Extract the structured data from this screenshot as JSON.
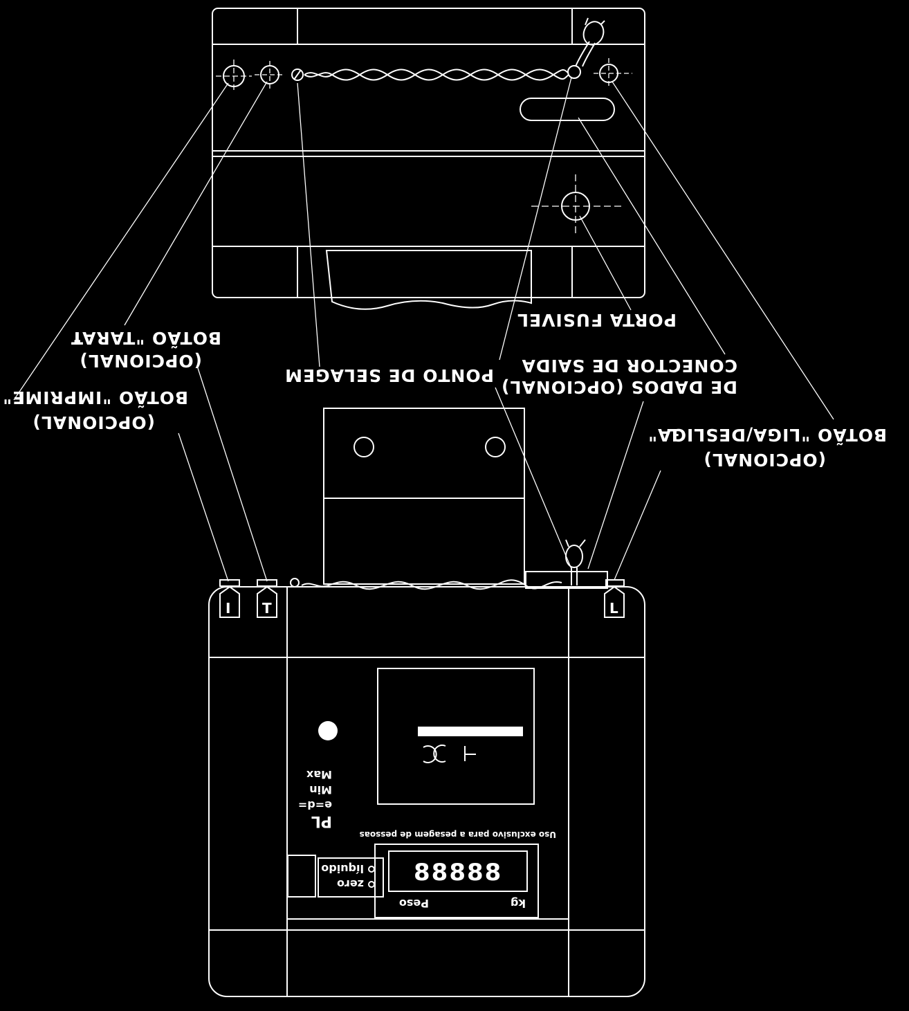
{
  "labels": {
    "porta_fusivel": "PORTA FUSIVEL",
    "ponto_selagem": "PONTO DE SELAGEM",
    "conector_line1": "DE DADOS (OPCIONAL)",
    "conector_line2": "CONECTOR DE SAIDA",
    "tara_optional": "(OPCIONAL)",
    "tara_button": "BOTÃO \"TARA\"",
    "tara_letter": "T",
    "imprime_optional": "(OPCIONAL)",
    "imprime_button": "BOTÃO \"IMPRIME\"",
    "imprime_letter": "I",
    "liga_optional": "(OPCIONAL)",
    "liga_button": "BOTÃO \"LIGA/DESLIGA\"",
    "liga_letter": "L"
  },
  "keys": {
    "imprime": "I",
    "tara": "T",
    "liga": "L"
  },
  "panel": {
    "spec_ed": "e=d=",
    "spec_min": "Min",
    "spec_max": "Max",
    "model": "PL",
    "notice": "Uso exclusivo para a pesagem de pessoas",
    "indicator_zero": "zero",
    "indicator_liquido": "líquido",
    "display_digits": "88888",
    "unit_peso": "Peso",
    "unit_kg": "kg"
  }
}
